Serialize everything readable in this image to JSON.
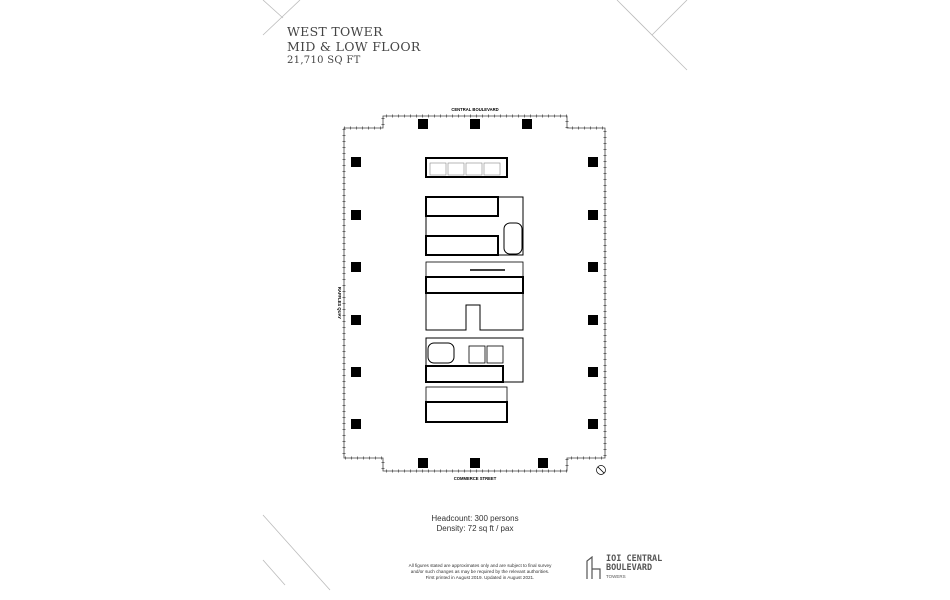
{
  "header": {
    "line1": "WEST TOWER",
    "line2": "MID & LOW FLOOR",
    "area": "21,710 SQ FT"
  },
  "plan": {
    "north_label": "CENTRAL BOULEVARD",
    "south_label": "COMMERCE STREET",
    "west_label": "RAFFLES QUAY",
    "compass_icon": "north-arrow-icon"
  },
  "stats": {
    "headcount": "Headcount: 300 persons",
    "density": "Density: 72 sq ft / pax"
  },
  "disclaimer": {
    "line1": "All figures stated are approximates only and are subject to final survey",
    "line2": "and/or such changes as may be required by the relevant authorities.",
    "line3": "First printed in August 2019. Updated in August 2021."
  },
  "logo": {
    "line1": "IOI CENTRAL",
    "line2": "BOULEVARD",
    "line3": "TOWERS"
  }
}
